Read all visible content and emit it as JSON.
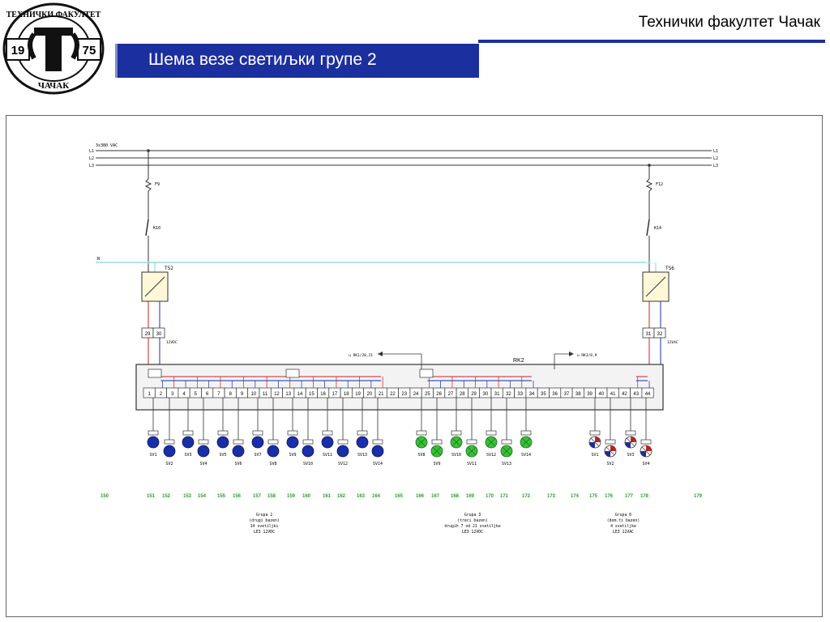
{
  "header": {
    "institution": "Технички факултет Чачак",
    "slide_title": "Шема везе светиљки групе 2"
  },
  "logo": {
    "top_text": "ТЕХНИЧКИ ФАКУЛТЕТ",
    "bottom_text": "ЧАЧАК",
    "year_left": "19",
    "year_right": "75"
  },
  "colors": {
    "title_bar": "#1c2f9e",
    "neutral_line": "#7fd4e0",
    "red_wire": "#cc2222",
    "blue_lamp": "#1a2ea8",
    "green_lamp": "#38c038",
    "net_numbers": "#2aa02a"
  },
  "diagram": {
    "supply_label": "3x380 VAC",
    "phases": [
      "L1",
      "L2",
      "L3"
    ],
    "neutral": "N",
    "left_branch": {
      "fuse": "F9",
      "switch": "K10",
      "transformer": "TS2",
      "terminals": [
        "29",
        "30"
      ],
      "voltage": "12VDC"
    },
    "right_branch": {
      "fuse": "F12",
      "switch": "K14",
      "transformer": "TS6",
      "terminals": [
        "31",
        "32"
      ],
      "voltage": "12VAC"
    },
    "panel": "RK2",
    "ref_left": "u RK1/20,21",
    "ref_right": "u RK3/8,9",
    "terminals": [
      "1",
      "2",
      "3",
      "4",
      "5",
      "6",
      "7",
      "8",
      "9",
      "10",
      "11",
      "12",
      "13",
      "14",
      "15",
      "16",
      "17",
      "18",
      "19",
      "20",
      "21",
      "22",
      "23",
      "24",
      "25",
      "26",
      "27",
      "28",
      "29",
      "30",
      "31",
      "32",
      "33",
      "34",
      "35",
      "36",
      "37",
      "38",
      "39",
      "40",
      "41",
      "42",
      "43",
      "44"
    ],
    "lamps": [
      {
        "label": "SV1",
        "type": "blue"
      },
      {
        "label": "SV2",
        "type": "blue"
      },
      {
        "label": "SV3",
        "type": "blue"
      },
      {
        "label": "SV4",
        "type": "blue"
      },
      {
        "label": "SV5",
        "type": "blue"
      },
      {
        "label": "SV6",
        "type": "blue"
      },
      {
        "label": "SV7",
        "type": "blue"
      },
      {
        "label": "SV8",
        "type": "blue"
      },
      {
        "label": "SV9",
        "type": "blue"
      },
      {
        "label": "SV10",
        "type": "blue"
      },
      {
        "label": "SV11",
        "type": "blue"
      },
      {
        "label": "SV12",
        "type": "blue"
      },
      {
        "label": "SV13",
        "type": "blue"
      },
      {
        "label": "SV14",
        "type": "blue"
      },
      {
        "label": "SV8",
        "type": "green"
      },
      {
        "label": "SV9",
        "type": "green"
      },
      {
        "label": "SV10",
        "type": "green"
      },
      {
        "label": "SV11",
        "type": "green"
      },
      {
        "label": "SV12",
        "type": "green"
      },
      {
        "label": "SV13",
        "type": "green"
      },
      {
        "label": "SV14",
        "type": "green"
      },
      {
        "label": "SV1",
        "type": "mixed"
      },
      {
        "label": "SV2",
        "type": "mixed"
      },
      {
        "label": "SV3",
        "type": "mixed"
      },
      {
        "label": "SV4",
        "type": "mixed"
      }
    ],
    "net_numbers": [
      "150",
      "151",
      "152",
      "153",
      "154",
      "155",
      "156",
      "157",
      "158",
      "159",
      "160",
      "161",
      "162",
      "163",
      "164",
      "165",
      "166",
      "167",
      "168",
      "169",
      "170",
      "171",
      "172",
      "173",
      "174",
      "175",
      "176",
      "177",
      "178",
      "179"
    ],
    "groups": [
      {
        "lines": [
          "Grupa 2",
          "(drugi bazen)",
          "14 svetiljki",
          "LE3 12VDC"
        ]
      },
      {
        "lines": [
          "Grupa 3",
          "(treci bazen)",
          "drugih 7 od 21 svetiljke",
          "LE3 12VDC"
        ]
      },
      {
        "lines": [
          "Grupa 6",
          "(dom.ti bazen)",
          "4 svetiljke",
          "LE3 12VAC"
        ]
      }
    ]
  }
}
